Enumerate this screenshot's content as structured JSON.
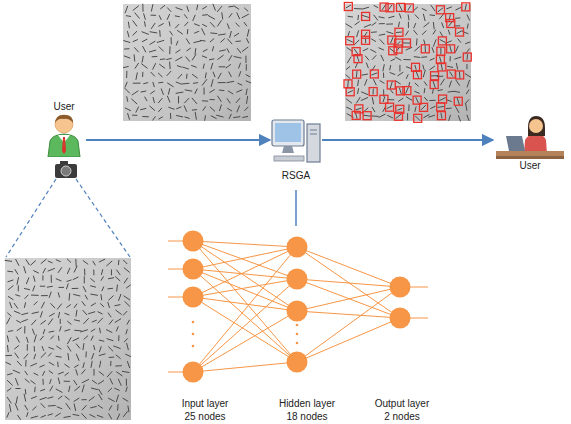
{
  "diagram": {
    "nodes": [
      {
        "text": [
          "User"
        ]
      },
      {
        "text": [
          "RSGA"
        ]
      },
      {
        "text": [
          "User"
        ]
      }
    ],
    "edges": [
      {
        "from": 0,
        "to": 1,
        "arrow": "to"
      },
      {
        "from": 1,
        "to": 2,
        "arrow": "to"
      }
    ],
    "labels": [
      "Input layer 25 nodes",
      "Hidden layer 18 nodes",
      "Output layer 2 nodes"
    ]
  }
}
